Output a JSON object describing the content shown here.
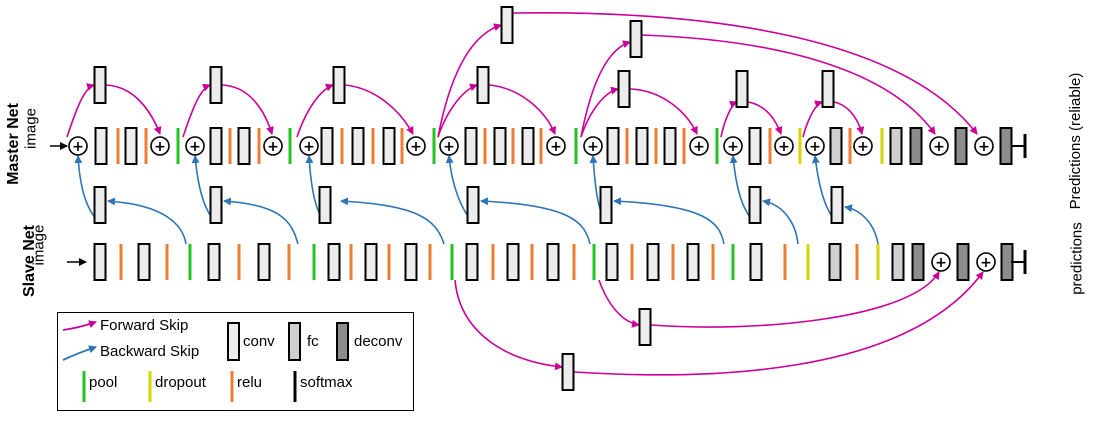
{
  "diagram": {
    "master_net": {
      "title": "Master Net",
      "input_label": "image",
      "output_label": "Predictions (reliable)"
    },
    "slave_net": {
      "title": "Slave Net",
      "input_label": "image",
      "output_label": "predictions"
    },
    "sum_symbol": "+"
  },
  "legend": {
    "forward_skip": "Forward Skip",
    "backward_skip": "Backward Skip",
    "conv": "conv",
    "fc": "fc",
    "deconv": "deconv",
    "pool": "pool",
    "dropout": "dropout",
    "relu": "relu",
    "softmax": "softmax"
  },
  "colors": {
    "forward": "#cc0099",
    "backward": "#2e75b6",
    "pool": "#22c322",
    "dropout": "#d6d600",
    "relu": "#ed7d31",
    "softmax": "#000000",
    "conv_fill": "#ececec",
    "fc_fill": "#d0d0d0",
    "deconv_fill": "#8c8c8c"
  }
}
